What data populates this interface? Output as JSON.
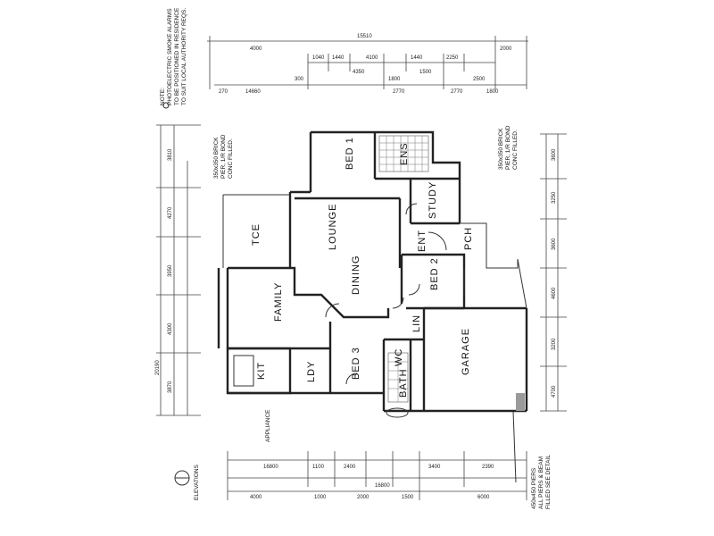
{
  "rooms": {
    "bed1": "BED 1",
    "ens": "ENS",
    "study": "STUDY",
    "pch": "PCH",
    "entry": "ENT",
    "lounge": "LOUNGE",
    "tce": "TCE",
    "dining": "DINING",
    "bed2": "BED 2",
    "lin": "LIN",
    "family": "FAMILY",
    "bed3": "BED 3",
    "kit": "KIT",
    "ldy": "LDY",
    "wc": "WC",
    "bath": "BATH",
    "garage": "GARAGE"
  },
  "notes": {
    "smoke_note": [
      "NOTE:",
      "PHOTOELECTRIC SMOKE ALARMS",
      "TO BE POSITIONED IN RESIDENCE",
      "TO SUIT LOCAL AUTHORITY REQS."
    ],
    "elevations": "ELEVATIONS",
    "appliance": "APPLIANCE",
    "piers_note": [
      "450x450 PIERS",
      "ALL PIERS & BEAM",
      "FILLED SEE DETAIL"
    ],
    "brick_note_left": [
      "350x350 BRICK",
      "PIER, 1/R BOND",
      "CONC FILLED."
    ],
    "brick_note_right": [
      "350x350 BRICK",
      "PIER, 1/R BOND",
      "CONC FILLED."
    ]
  },
  "dimensions": {
    "top_total": "15510",
    "top_row1": [
      "4000",
      "1040",
      "1440",
      "4100",
      "1440",
      "2250",
      "2000"
    ],
    "top_row2": [
      "270",
      "300",
      "4350",
      "1800",
      "1500",
      "2500"
    ],
    "top_row3": [
      "14660",
      "2770",
      "2770",
      "1800"
    ],
    "left_total": "20190",
    "left_row": [
      "3810",
      "4270",
      "3950",
      "4300",
      "3870"
    ],
    "right_row": [
      "3600",
      "3250",
      "3600",
      "4600",
      "3200",
      "4700"
    ],
    "bottom_total": "16800",
    "bottom_row1": [
      "16800",
      "1100",
      "2400",
      "3400",
      "2390"
    ],
    "bottom_row2": [
      "4000",
      "1000",
      "2000",
      "1500",
      "6000"
    ]
  }
}
